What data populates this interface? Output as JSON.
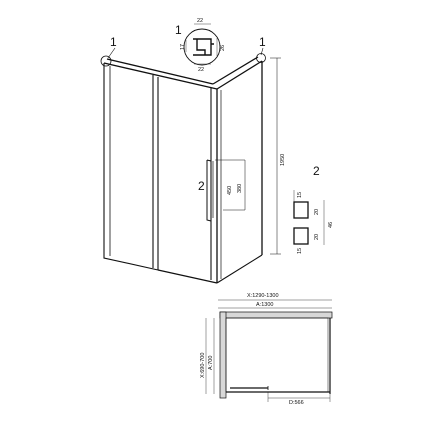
{
  "callouts": {
    "top_left": "1",
    "top_center": "1",
    "top_right": "1",
    "handle": "2",
    "right_detail": "2"
  },
  "profile_detail": {
    "top_width": "22",
    "left_height": "17",
    "right_height": "26",
    "bottom_width": "22"
  },
  "elevation": {
    "height": "1950",
    "handle_inner": "450",
    "handle_outer": "380"
  },
  "handle_profile": {
    "top": "15",
    "upper": "20",
    "lower": "20",
    "bottom": "15",
    "total": "46"
  },
  "plan": {
    "width_range": "X:1290-1300",
    "width_a": "A:1300",
    "depth_range": "X:690-700",
    "depth_a": "A:700",
    "door": "D:566"
  },
  "colors": {
    "line": "#111111",
    "glass": "#ffffff",
    "panel_hatch": "#d8d8d8"
  }
}
